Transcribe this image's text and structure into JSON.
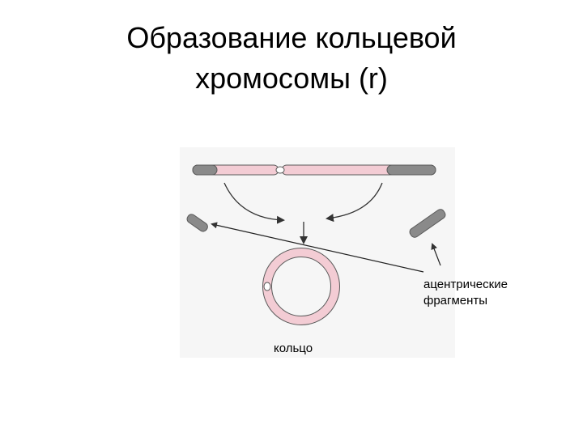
{
  "slide": {
    "title_line1": "Образование кольцевой",
    "title_line2": "хромосомы (r)"
  },
  "diagram": {
    "label_acentric_line1": "ацентрические",
    "label_acentric_line2": "фрагменты",
    "label_ring": "кольцо",
    "colors": {
      "chromatid_pink": "#f3ccd4",
      "outline": "#5a5a5a",
      "telomere_gray": "#8a8a8a",
      "background": "#f6f6f6"
    }
  }
}
